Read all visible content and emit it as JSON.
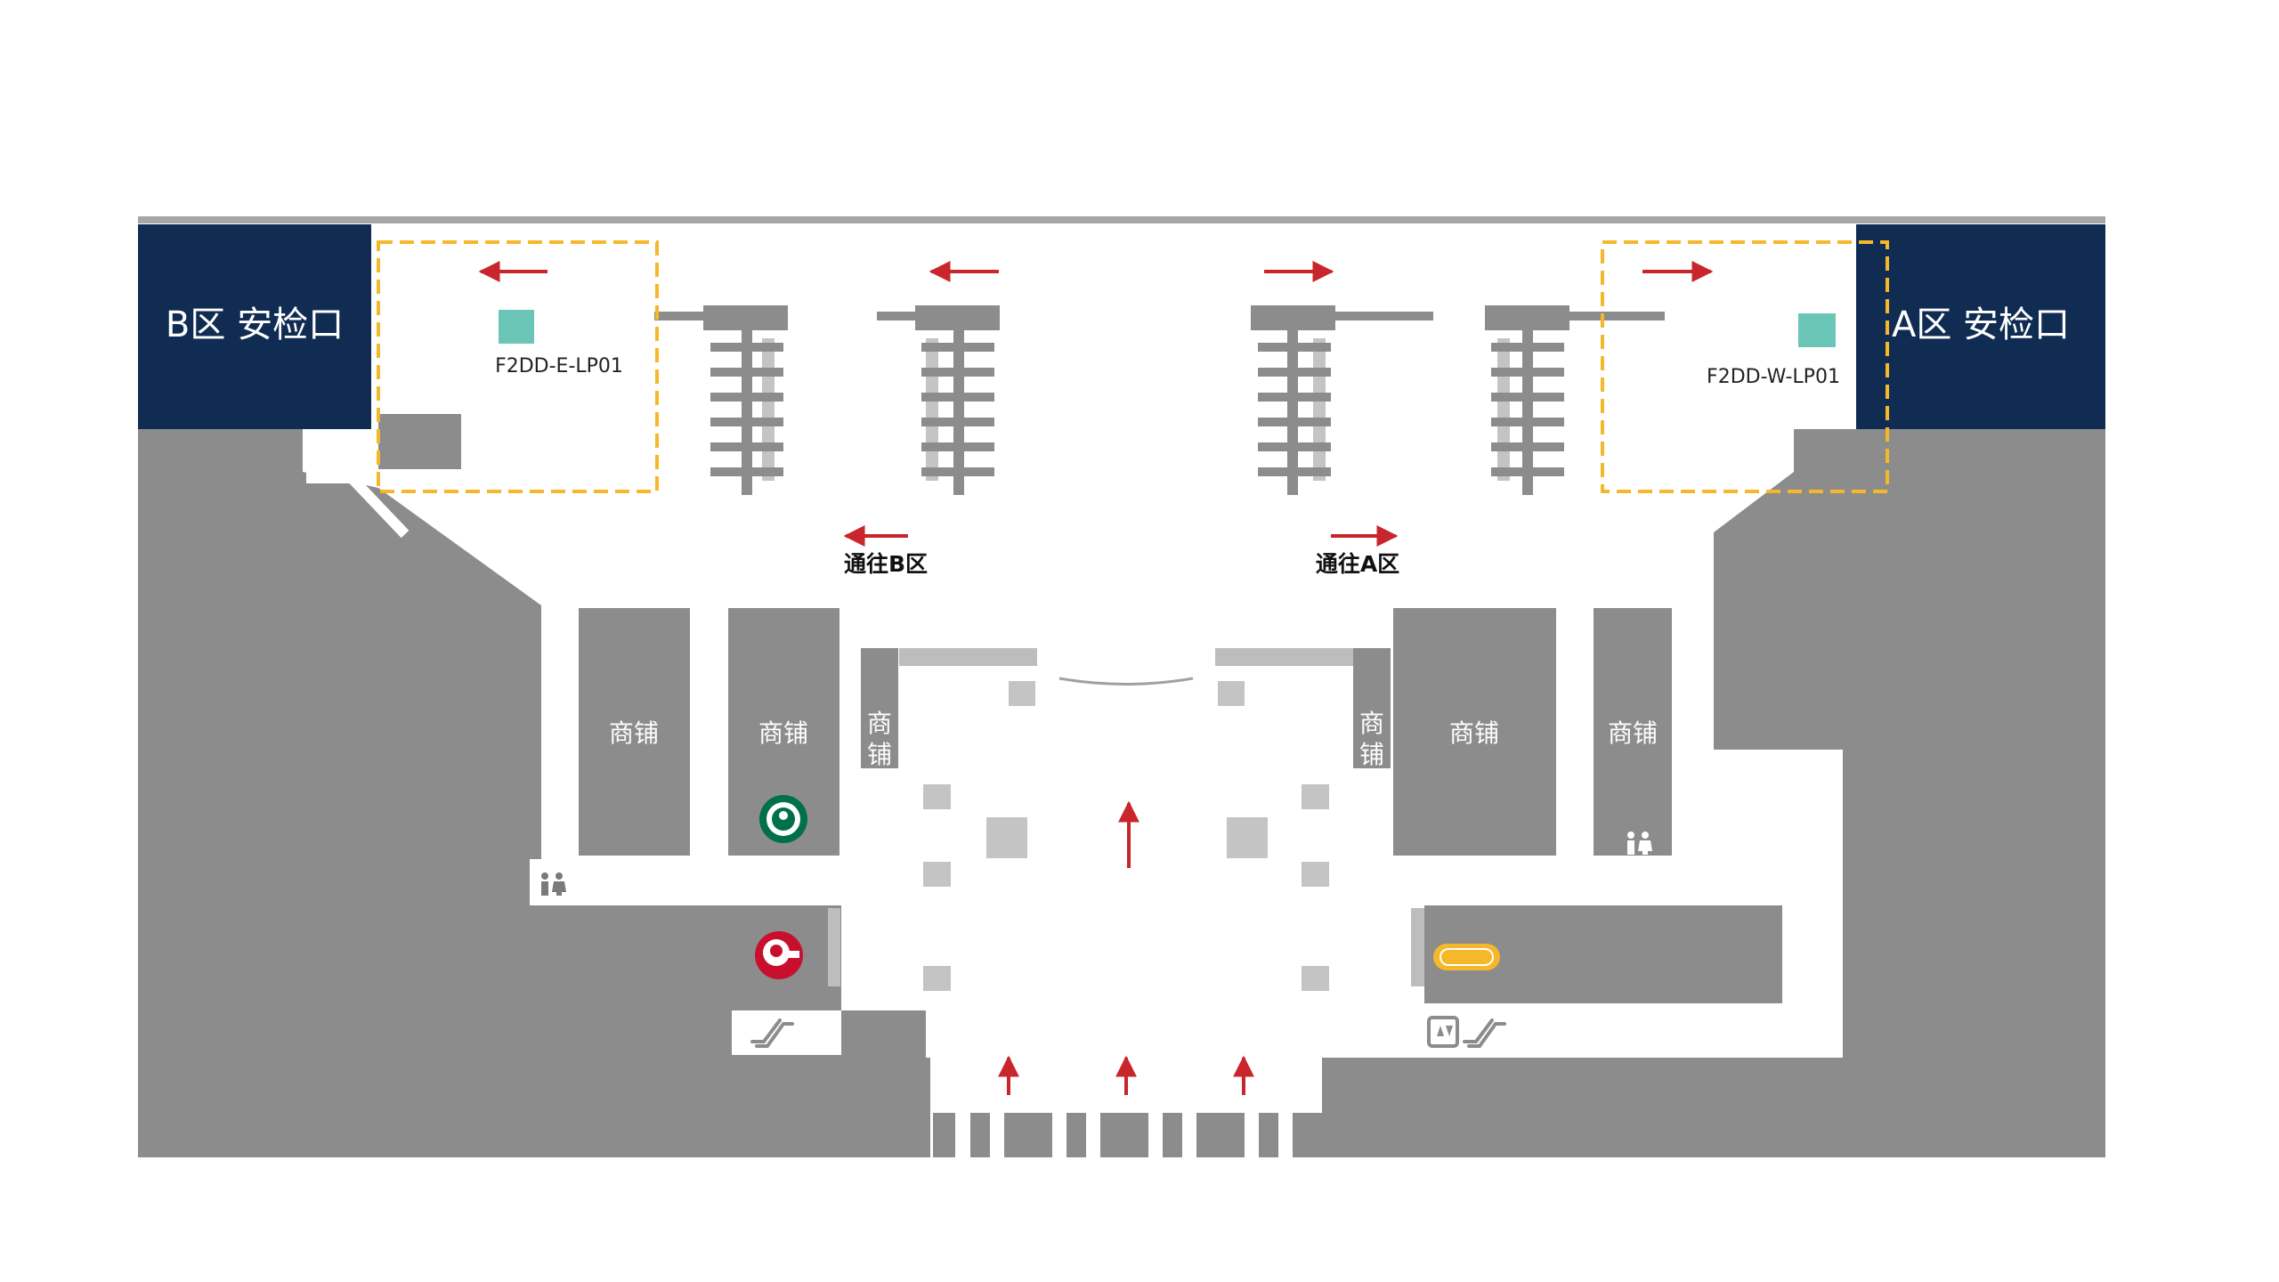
{
  "zones": {
    "left_checkpoint": "B区 安检口",
    "right_checkpoint": "A区 安检口"
  },
  "directions": {
    "to_b": "通往B区",
    "to_a": "通往A区"
  },
  "ad_spots": {
    "left": "F2DD-E-LP01",
    "right": "F2DD-W-LP01"
  },
  "shops": {
    "label": "商铺",
    "label_vertical_top": "商",
    "label_vertical_bottom": "铺"
  },
  "brands": {
    "starbucks": "starbucks-logo",
    "kfc": "kfc-logo",
    "dafuji": "dafuji-logo"
  },
  "icons": {
    "restroom": "restroom-icon",
    "escalator": "escalator-icon",
    "elevator": "elevator-icon",
    "arrow": "red-arrow-icon"
  },
  "colors": {
    "building": "#8c8c8c",
    "checkpoint": "#112c52",
    "ad_spot": "#6cc6b7",
    "highlight": "#f5b82a",
    "arrow": "#c8262c"
  }
}
